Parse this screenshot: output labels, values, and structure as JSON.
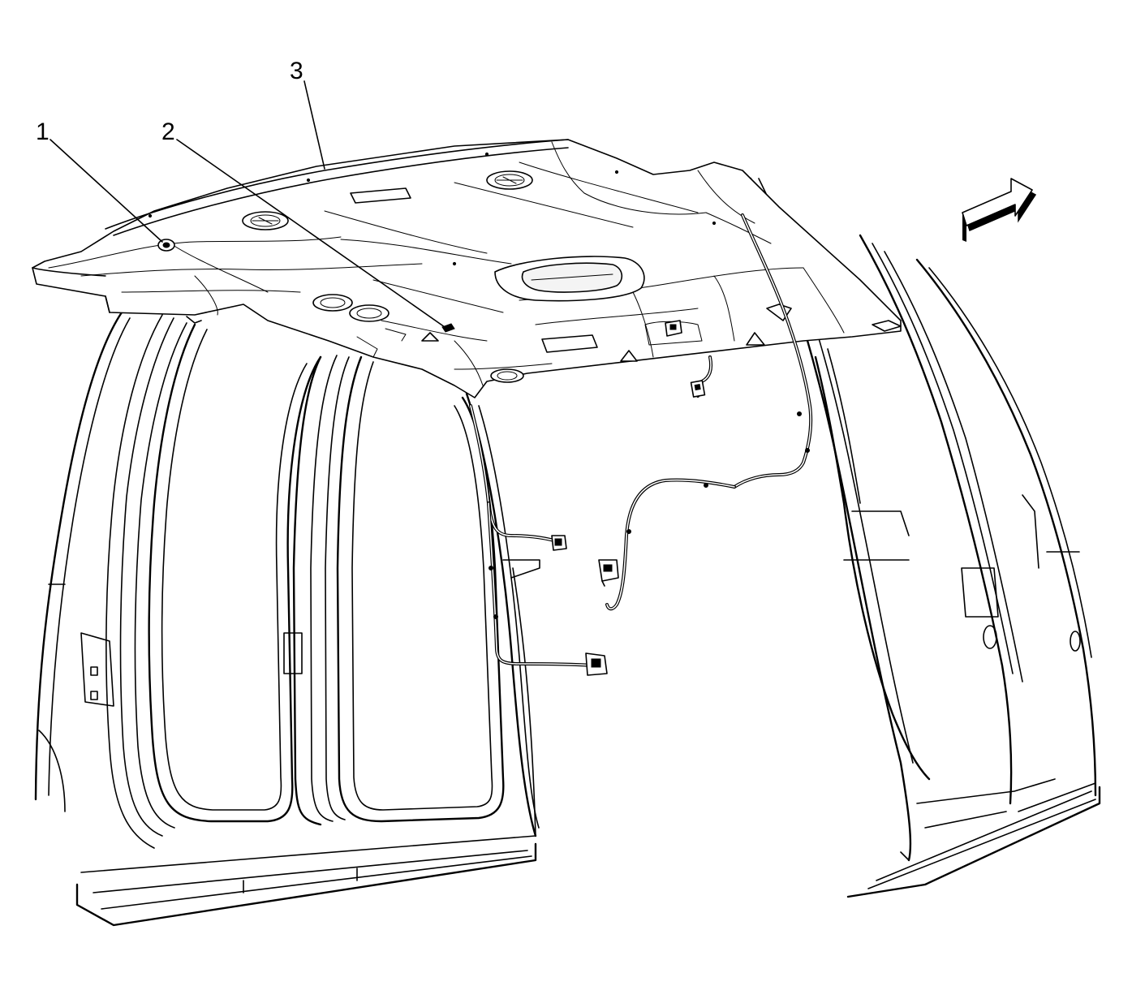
{
  "figure": {
    "callouts": [
      {
        "id": "1",
        "label": "1"
      },
      {
        "id": "2",
        "label": "2"
      },
      {
        "id": "3",
        "label": "3"
      }
    ],
    "icons": {
      "direction_arrow": "front-direction-arrow-icon"
    }
  }
}
